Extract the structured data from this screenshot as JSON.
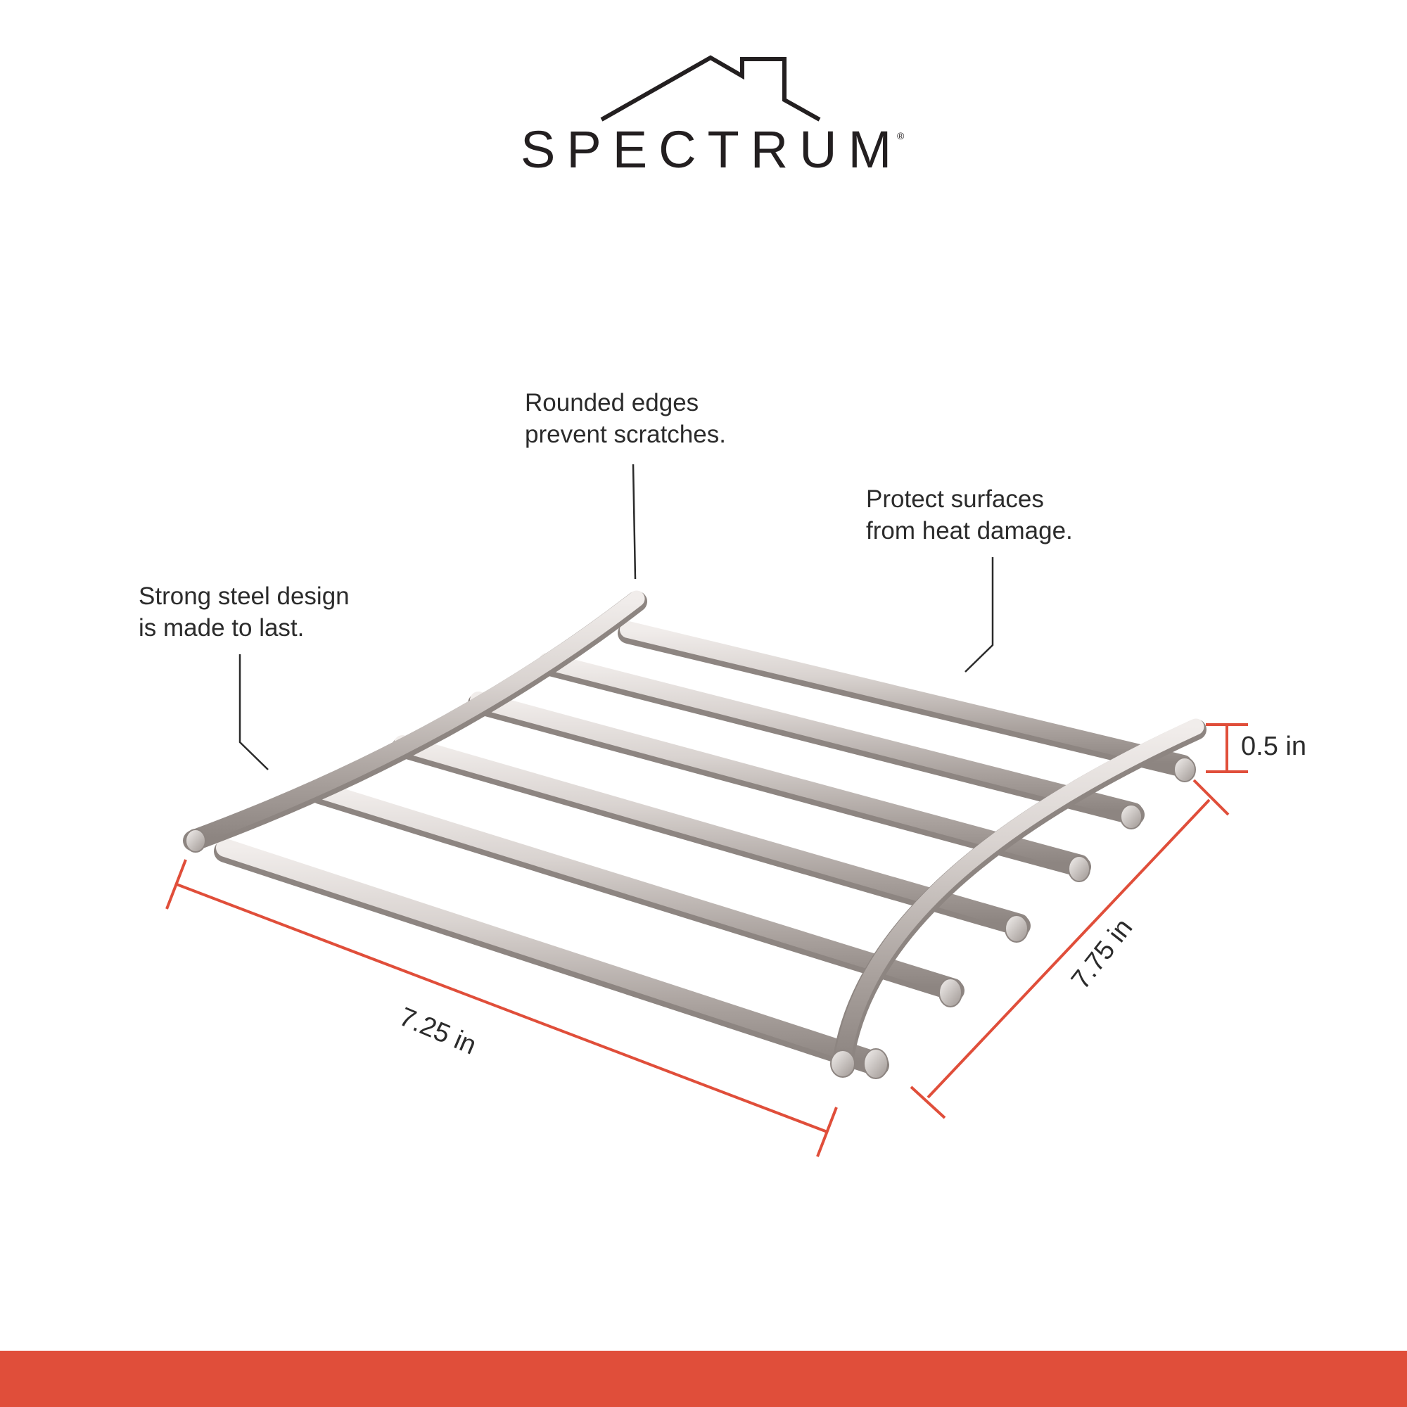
{
  "brand": {
    "name": "SPECTRUM",
    "registered_mark": "®"
  },
  "callouts": {
    "steel": {
      "line1": "Strong steel design",
      "line2": "is made to last."
    },
    "rounded": {
      "line1": "Rounded edges",
      "line2": "prevent scratches."
    },
    "heat": {
      "line1": "Protect surfaces",
      "line2": "from heat damage."
    }
  },
  "dimensions": {
    "width": "7.25 in",
    "depth": "7.75 in",
    "height": "0.5 in"
  },
  "colors": {
    "accent": "#e04e3a",
    "text": "#2b2b2b",
    "logo": "#231f20",
    "steel_light": "#e4dfdc",
    "steel_mid": "#bdb5b1",
    "steel_dark": "#8d8581"
  }
}
